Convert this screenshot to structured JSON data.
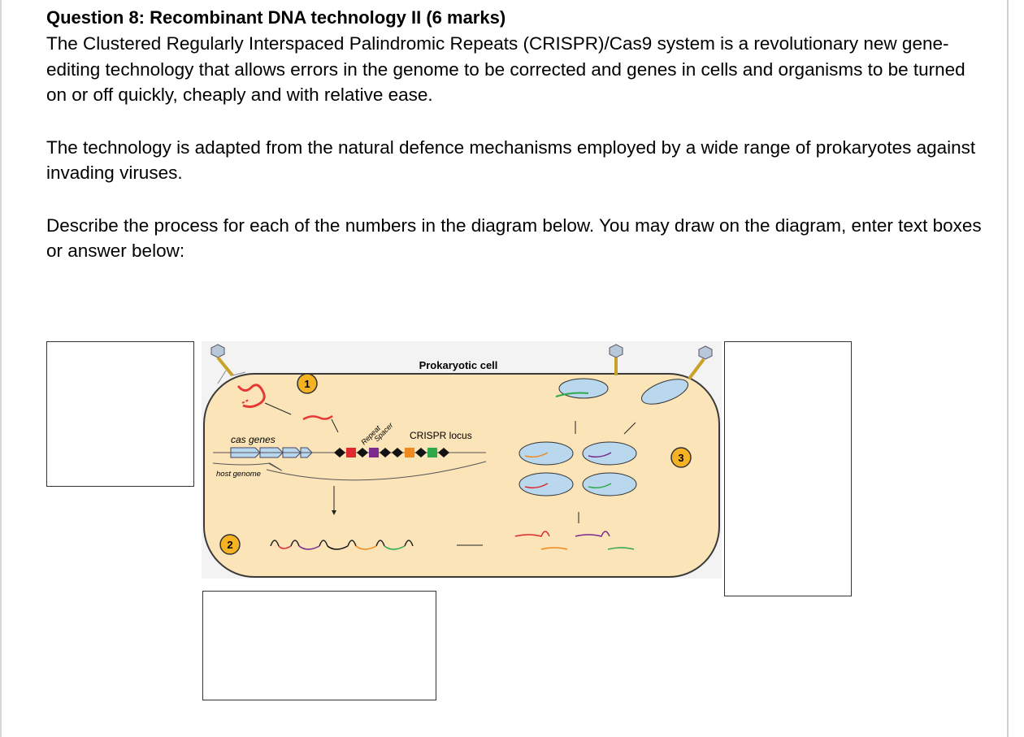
{
  "question": {
    "title": "Question 8: Recombinant DNA technology II (6 marks)",
    "paragraphs": [
      "The Clustered Regularly Interspaced Palindromic Repeats (CRISPR)/Cas9 system is a revolutionary new gene-editing technology that allows errors in the genome to be corrected and genes in cells and organisms to be turned on or off quickly, cheaply and with relative ease.",
      "The technology is adapted from the natural defence mechanisms employed by a wide range of prokaryotes against invading viruses.",
      "Describe the process for each of the numbers in the diagram below. You may draw on the diagram, enter text boxes or answer below:"
    ]
  },
  "diagram": {
    "cell_label": "Prokaryotic cell",
    "cas_genes_label": "cas genes",
    "host_genome_label": "host genome",
    "crispr_locus_label": "CRISPR locus",
    "repeat_label": "Repeat",
    "spacer_label": "Spacer",
    "step_markers": [
      "1",
      "2",
      "3"
    ],
    "colors": {
      "cell_fill": "#fbe4b8",
      "cell_outline": "#3a3a3a",
      "marker_fill": "#f5b323",
      "cas_protein": "#b9d8ee",
      "spacer_red": "#e0282f",
      "spacer_purple": "#7b2a8e",
      "spacer_orange": "#f08a1e",
      "spacer_green": "#2ea84a",
      "repeat_black": "#111111",
      "phage_dna": "#e53935"
    }
  },
  "answer_boxes": [
    "answer-box-step-1",
    "answer-box-step-3",
    "answer-box-step-2"
  ]
}
